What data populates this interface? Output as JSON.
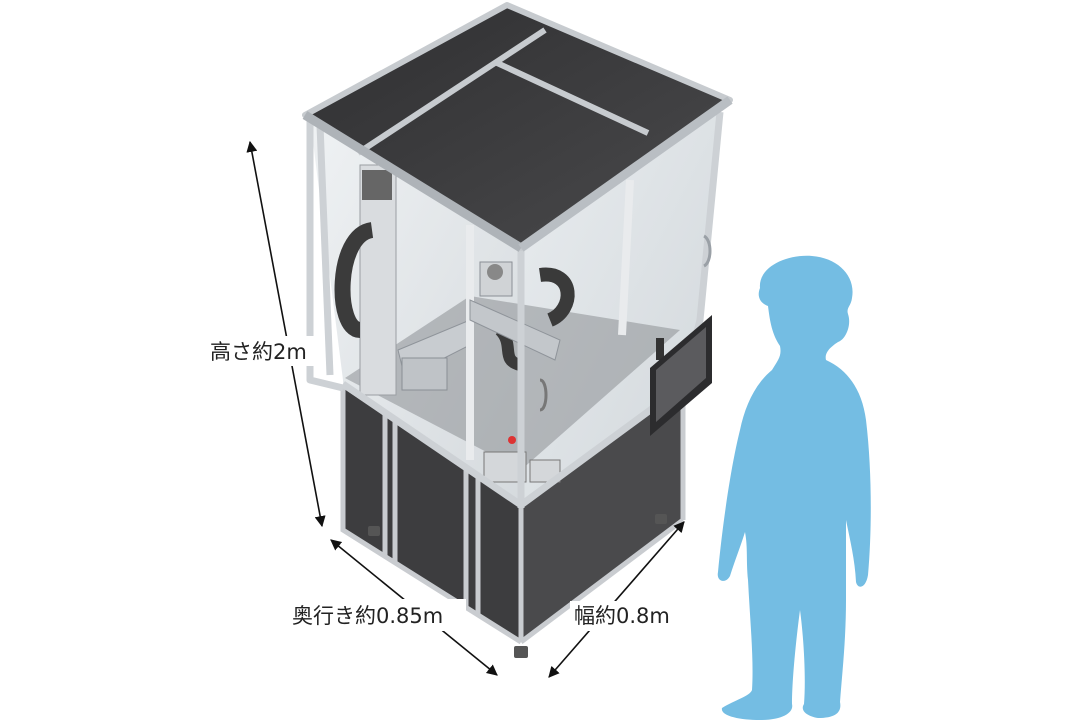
{
  "labels": {
    "height": "高さ約2m",
    "depth": "奥行き約0.85m",
    "width": "幅約0.8m"
  },
  "colors": {
    "background": "#ffffff",
    "person": "#74bde3",
    "frame": "#d6d9dc",
    "panel_dark": "#3f3f41",
    "glass": "#dfe4e7",
    "arrow": "#111111"
  },
  "icons": {
    "person": "person-silhouette-icon",
    "monitor": "monitor-icon"
  }
}
